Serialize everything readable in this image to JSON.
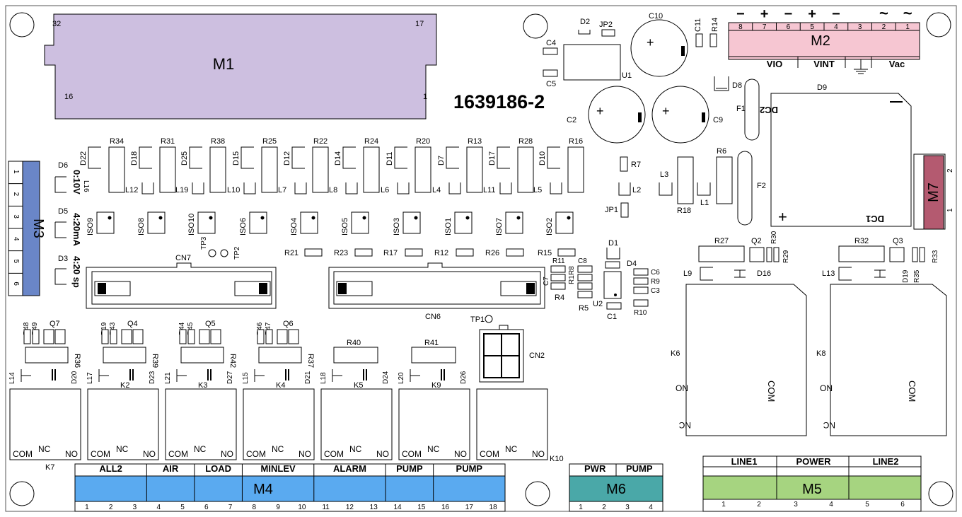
{
  "board": {
    "part_number": "1639186-2"
  },
  "colors": {
    "m1": "#cdbfe0",
    "m2": "#f6c6d2",
    "m3": "#6a86c8",
    "m4": "#5aaaf0",
    "m5": "#a6d480",
    "m6": "#4aa8a8",
    "m7": "#b45a70"
  },
  "connectors": {
    "m1": {
      "name": "M1",
      "pin_tl": "32",
      "pin_tr": "17",
      "pin_bl": "16",
      "pin_br": "1"
    },
    "m2": {
      "name": "M2",
      "pins": [
        "8",
        "7",
        "6",
        "5",
        "4",
        "3",
        "2",
        "1"
      ],
      "polarity": [
        "−",
        "+",
        "−",
        "+",
        "−",
        "",
        "~",
        "~"
      ],
      "groups": [
        "VIO",
        "VINT",
        "Vac"
      ]
    },
    "m3": {
      "name": "M3",
      "pins": [
        "1",
        "2",
        "3",
        "4",
        "5",
        "6"
      ]
    },
    "m4": {
      "name": "M4",
      "pins": [
        "1",
        "2",
        "3",
        "4",
        "5",
        "6",
        "7",
        "8",
        "9",
        "10",
        "11",
        "12",
        "13",
        "14",
        "15",
        "16",
        "17",
        "18"
      ],
      "groups": [
        "ALL2",
        "AIR",
        "LOAD",
        "MINLEV",
        "ALARM",
        "PUMP",
        "PUMP"
      ]
    },
    "m5": {
      "name": "M5",
      "pins": [
        "1",
        "2",
        "3",
        "4",
        "5",
        "6"
      ],
      "groups": [
        "LINE1",
        "POWER",
        "LINE2"
      ]
    },
    "m6": {
      "name": "M6",
      "pins": [
        "1",
        "2",
        "3",
        "4"
      ],
      "groups": [
        "PWR",
        "PUMP"
      ]
    },
    "m7": {
      "name": "M7",
      "pins": [
        "2",
        "1"
      ]
    }
  },
  "labels": {
    "mode_0_10v": "0:10V",
    "mode_4_20ma": "4:20mA",
    "mode_4_20sp": "4:20 sp",
    "com": "COM",
    "nc": "NC",
    "no": "NO",
    "on": "ON",
    "nc_inv": "NC",
    "dc1": "DC1",
    "dc2": "DC2",
    "c10": "C10",
    "c2": "C2",
    "c9": "C9",
    "d2": "D2",
    "jp2": "JP2",
    "c4": "C4",
    "c5": "C5",
    "u1": "U1",
    "c11": "C11",
    "r14": "R14",
    "d8": "D8",
    "d9": "D9",
    "f1": "F1",
    "f2": "F2",
    "r6": "R6",
    "r7": "R7",
    "l2": "L2",
    "l3": "L3",
    "l1": "L1",
    "r18": "R18",
    "jp1": "JP1",
    "cn7": "CN7",
    "cn6": "CN6",
    "cn2": "CN2",
    "tp1": "TP1",
    "tp2": "TP2",
    "tp3": "TP3",
    "d1": "D1",
    "d4": "D4",
    "c6": "C6",
    "r9": "R9",
    "c3": "C3",
    "r10": "R10",
    "r11": "R11",
    "c8": "C8",
    "r1": "R1",
    "r8": "R8",
    "c7": "C7",
    "r4": "R4",
    "r5": "R5",
    "u2": "U2",
    "c1": "C1",
    "r21": "R21",
    "r23": "R23",
    "r17": "R17",
    "r12": "R12",
    "r26": "R26",
    "r15": "R15",
    "r27": "R27",
    "q2": "Q2",
    "r30": "R30",
    "r29": "R29",
    "l9": "L9",
    "d16": "D16",
    "r32": "R32",
    "q3": "Q3",
    "r33": "R33",
    "r35": "R35",
    "l13": "L13",
    "d19": "D19",
    "k6": "K6",
    "k8": "K8",
    "k7": "K7",
    "k10": "K10",
    "d6": "D6",
    "d5": "D5",
    "d3": "D3",
    "l16": "L16"
  },
  "top_rows": {
    "resistors": [
      "R34",
      "R31",
      "R38",
      "R25",
      "R22",
      "R24",
      "R20",
      "R13",
      "R28",
      "R16"
    ],
    "diodes": [
      "D22",
      "D18",
      "D25",
      "D15",
      "D12",
      "D14",
      "D11",
      "D7",
      "D17",
      "D10"
    ],
    "inductors": [
      "L12",
      "L19",
      "L10",
      "L7",
      "L8",
      "L6",
      "L4",
      "L11",
      "L5"
    ],
    "iso": [
      "ISO9",
      "ISO8",
      "ISO10",
      "ISO6",
      "ISO4",
      "ISO5",
      "ISO3",
      "ISO1",
      "ISO7",
      "ISO2"
    ]
  },
  "relay_blocks": [
    {
      "ra": "R48",
      "rb": "R49",
      "q": "Q7",
      "r": "R36",
      "l": "L14",
      "d": "D20",
      "k": ""
    },
    {
      "ra": "R19",
      "rb": "R43",
      "q": "Q4",
      "r": "R39",
      "l": "L17",
      "d": "D23",
      "k": "K2"
    },
    {
      "ra": "R44",
      "rb": "R45",
      "q": "Q5",
      "r": "R42",
      "l": "L21",
      "d": "D27",
      "k": "K3"
    },
    {
      "ra": "R46",
      "rb": "R47",
      "q": "Q6",
      "r": "R37",
      "l": "L15",
      "d": "D21",
      "k": "K4"
    },
    {
      "ra": "",
      "rb": "",
      "q": "",
      "r": "R40",
      "l": "L18",
      "d": "D24",
      "k": "K5"
    },
    {
      "ra": "",
      "rb": "",
      "q": "",
      "r": "R41",
      "l": "L20",
      "d": "D26",
      "k": "K9"
    }
  ]
}
